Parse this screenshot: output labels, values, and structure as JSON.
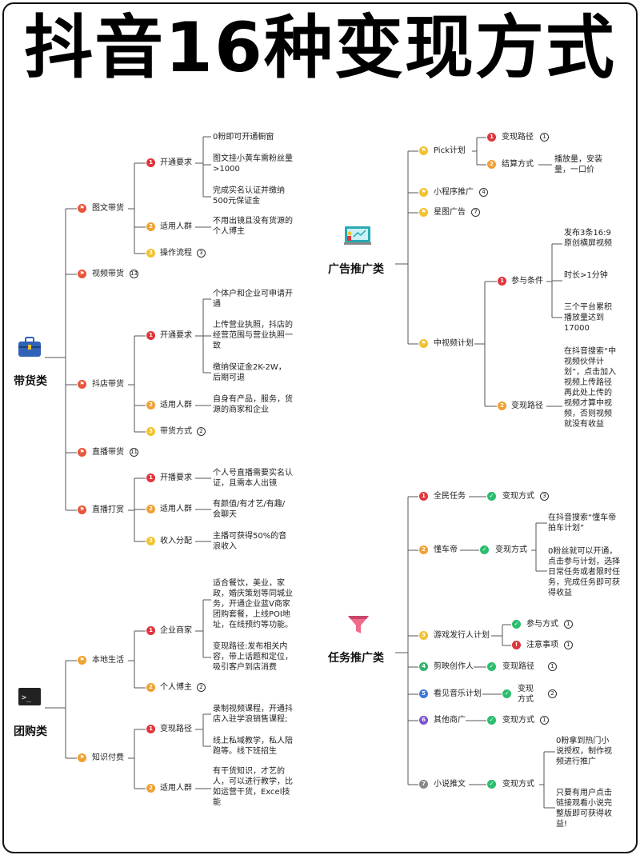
{
  "title": "抖音16种变现方式",
  "categories": {
    "daihuo": "带货类",
    "tuangou": "团购类",
    "guanggao": "广告推广类",
    "renwu": "任务推广类"
  },
  "colors": {
    "flag": "#e8553a",
    "red": "#e0353b",
    "orange": "#f0a030",
    "yellow": "#f2c12e",
    "green": "#2eb56b",
    "blue": "#3b79d8",
    "purple": "#7a4fd0",
    "gray": "#888888",
    "check": "#2bbd6e"
  },
  "d": {
    "tuwen": "图文带货",
    "kaitong1": "开通要求",
    "kt1a": "0粉即可开通橱窗",
    "kt1b": "图文挂小黄车需粉丝量>1000",
    "kt1c": "完成实名认证并缴纳500元保证金",
    "shiyong1": "适用人群",
    "sy1": "不用出镜且没有货源的个人博主",
    "caozuo": "操作流程",
    "caozuo_n": "3",
    "shipin": "视频带货",
    "shipin_n": "13",
    "doudian": "抖店带货",
    "kaitong2": "开通要求",
    "kt2a": "个体户和企业可申请开通",
    "kt2b": "上传营业执照，抖店的经营范围与营业执照一致",
    "kt2c": "缴纳保证金2K-2W，后期可退",
    "shiyong2": "适用人群",
    "sy2": "自身有产品，服务，货源的商家和企业",
    "daihuofs": "带货方式",
    "daihuofs_n": "2",
    "zhibo": "直播带货",
    "zhibo_n": "11",
    "dashang": "直播打赏",
    "kaibo": "开播要求",
    "kb": "个人号直播需要实名认证，且需本人出镜",
    "shiyong3": "适用人群",
    "sy3": "有颜值/有才艺/有趣/会聊天",
    "shouru": "收入分配",
    "sr": "主播可获得50%的音浪收入"
  },
  "tg": {
    "bendi": "本地生活",
    "qiye": "企业商家",
    "qy1": "适合餐饮，美业，家政，婚庆策划等同城业务，开通企业蓝V商家团购套餐，上线POI地址，在线预约等功能。",
    "qy2": "变现路径:发布相关内容，带上话题和定位，吸引客户到店消费",
    "geren": "个人博主",
    "geren_n": "2",
    "zhishi": "知识付费",
    "bianxian": "变现路径",
    "bx1": "录制视频课程，开通抖店入驻学浪销售课程;",
    "bx2": "线上私域教学，私人陪跑等。线下班招生",
    "shiyong": "适用人群",
    "sy": "有干货知识，才艺的人，可以进行教学，比如运营干货，Excel技能"
  },
  "gg": {
    "pick": "Pick计划",
    "lujing": "变现路径",
    "lujing_n": "1",
    "jiesuan": "结算方式",
    "js": "播放量，安装量，一口价",
    "xcx": "小程序推广",
    "xcx_n": "4",
    "xingtu": "星图广告",
    "xingtu_n": "7",
    "zsp": "中视频计划",
    "canyu": "参与条件",
    "cy1": "发布3条16:9原创横屏视频",
    "cy2": "时长>1分钟",
    "cy3": "三个平台累积播放量达到17000",
    "lujing2": "变现路径",
    "lj2": "在抖音搜索“中视频伙伴计划”，点击加入视频上传路径再此处上传的视频才算中视频，否则视频就没有收益"
  },
  "rw": {
    "quanmin": "全民任务",
    "fangshi1": "变现方式",
    "fangshi1_n": "3",
    "dongche": "懂车帝",
    "fangshi2": "变现方式",
    "dc1": "在抖音搜索“懂车帝拍车计划”",
    "dc2": "0粉丝就可以开通，点击参与计划，选择日常任务或者限时任务，完成任务即可获得收益",
    "youxi": "游戏发行人计划",
    "yx_fs": "参与方式",
    "yx_fs_n": "1",
    "yx_zy": "注意事项",
    "yx_zy_n": "1",
    "jianying": "剪映创作人",
    "jy_lj": "变现路径",
    "jy_n": "1",
    "kanjian": "看见音乐计划",
    "kj_fs": "变现方式",
    "kj_n": "2",
    "qita": "其他商广",
    "qt_fs": "变现方式",
    "qt_n": "1",
    "xiaoshuo": "小说推文",
    "xs_fs": "变现方式",
    "xs1": "0粉拿到热门小说授权，制作视频进行推广",
    "xs2": "只要有用户点击链接观看小说完整版即可获得收益!"
  },
  "badges": {
    "n1": "1",
    "n2": "2",
    "n3": "3",
    "n4": "4",
    "n5": "5",
    "n6": "6",
    "n7": "7"
  }
}
